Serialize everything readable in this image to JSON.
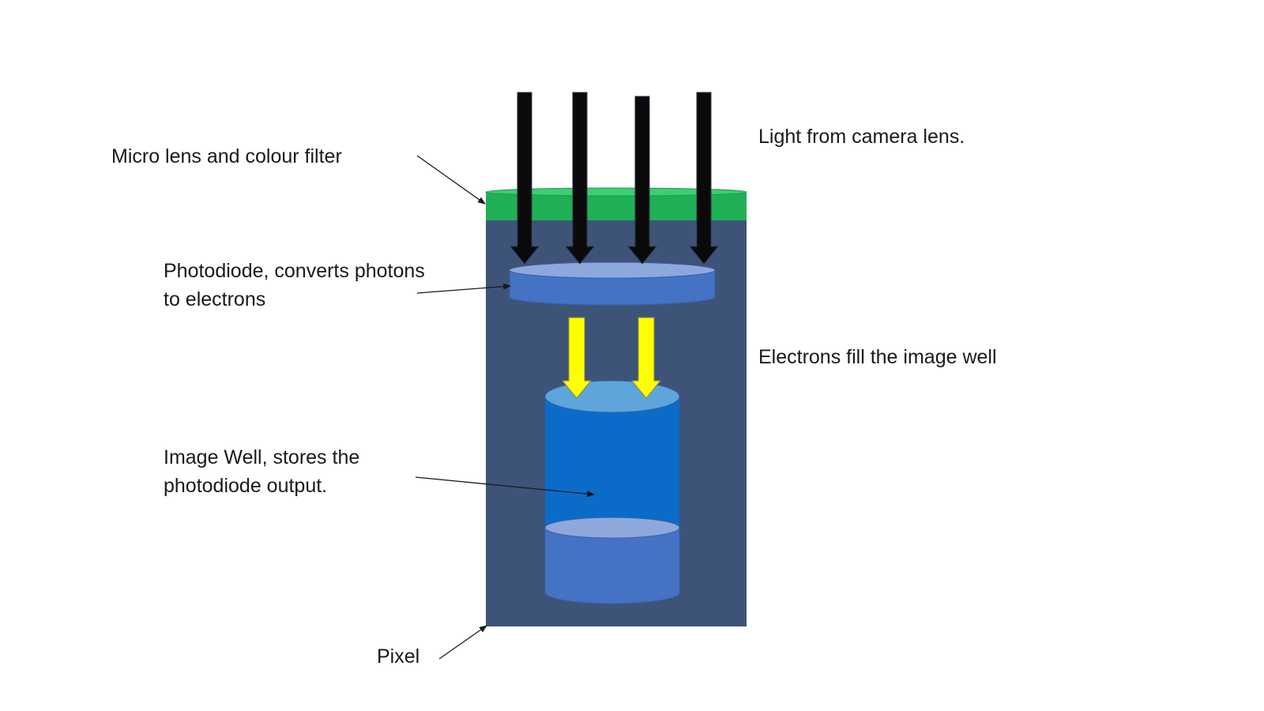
{
  "labels": {
    "micro_lens": "Micro lens and colour filter",
    "photodiode_line1": "Photodiode, converts photons",
    "photodiode_line2": "to electrons",
    "image_well_line1": "Image Well, stores the",
    "image_well_line2": "photodiode output.",
    "pixel": "Pixel",
    "light": "Light from camera lens.",
    "electrons": "Electrons fill the image well"
  },
  "colors": {
    "background": "#ffffff",
    "pixel_body": "#3e5378",
    "micro_lens_filter": "#1fb055",
    "micro_lens_top": "#3ccf72",
    "photodiode": "#4472c4",
    "photodiode_top": "#8fa8dc",
    "image_well": "#0a6cc8",
    "image_well_top": "#5ea5dc",
    "image_well_bottom": "#4472c4",
    "image_well_bottom_top": "#8fa8dc",
    "light_arrow": "#0a0a0a",
    "electron_arrow": "#ffff00",
    "leader_line": "#1a1a1a"
  }
}
